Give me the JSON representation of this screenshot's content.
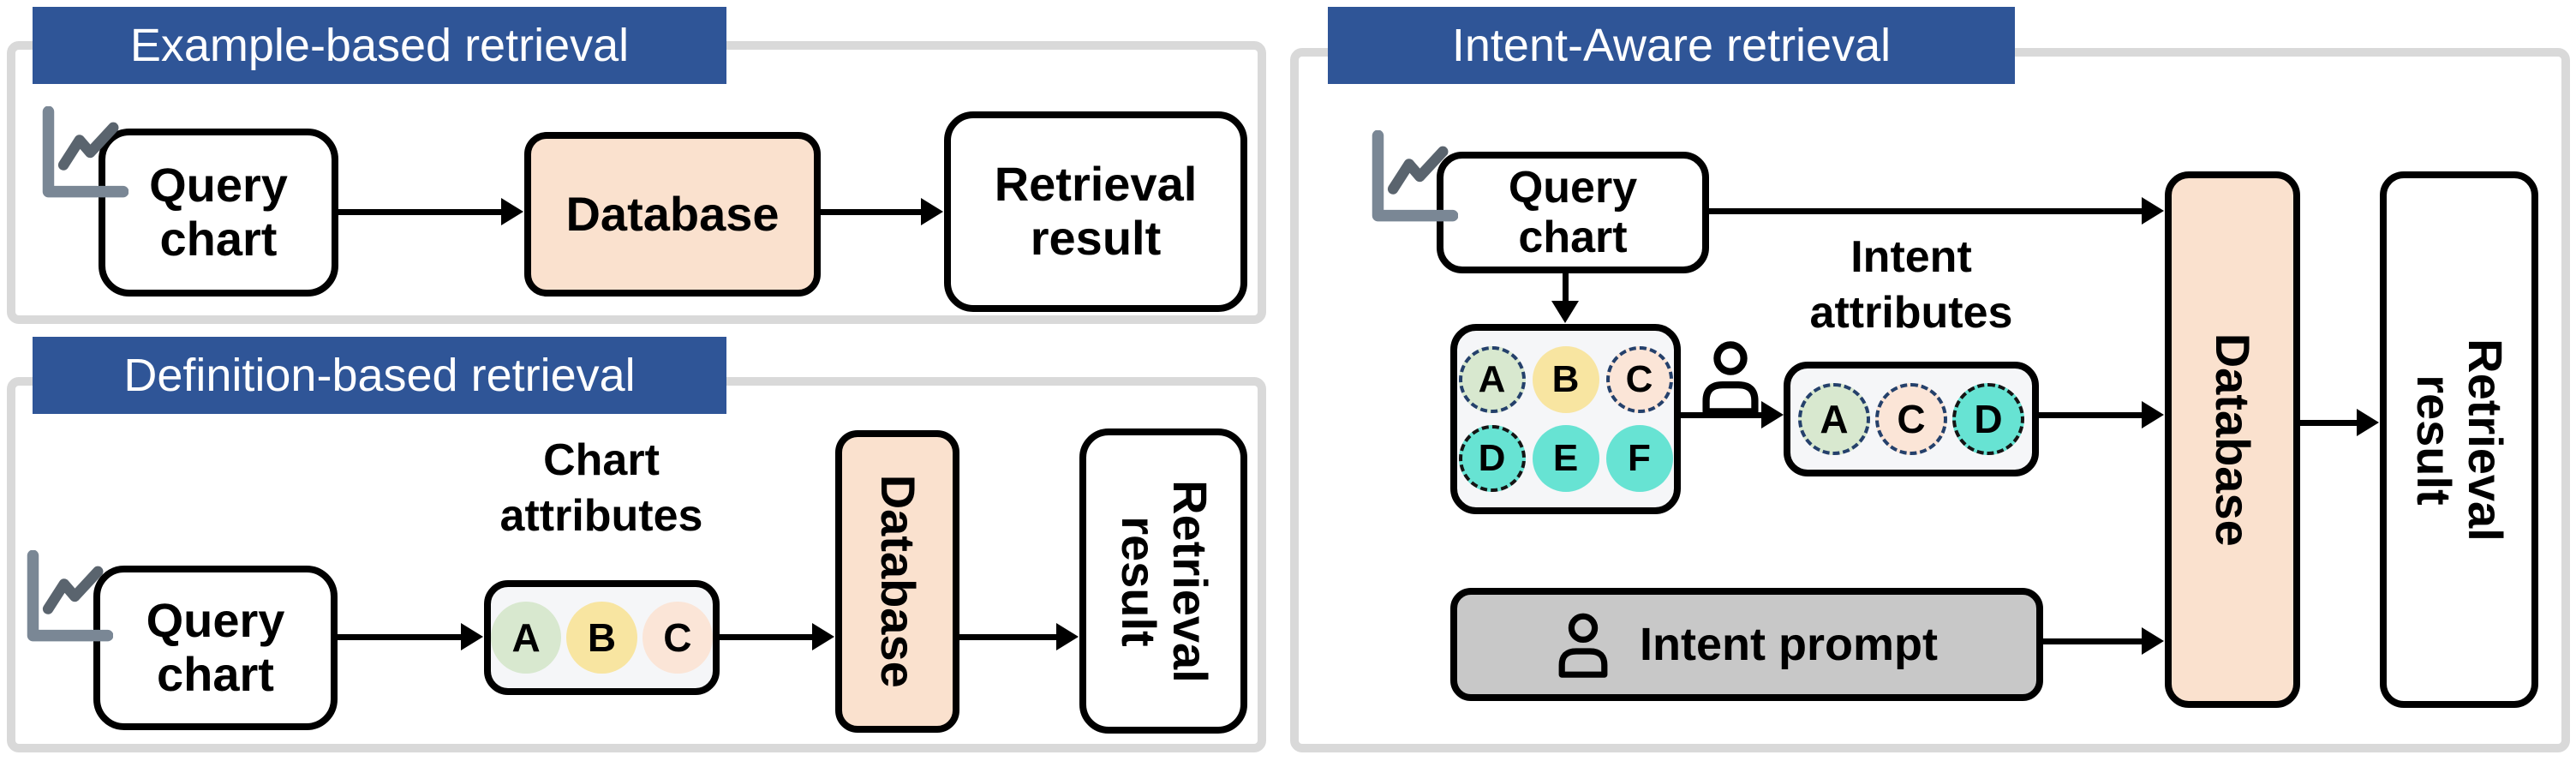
{
  "colors": {
    "banner": "#2F5597",
    "panel_border": "#D9D9D9",
    "peach": "#FAE1CE",
    "attr_box_fill": "#F5F6F8",
    "prompt_gray": "#C8C8C8",
    "green": "#D8E8CF",
    "yellow": "#F8E5A1",
    "pink": "#FBE5D7",
    "teal": "#67E3D3",
    "dash_navy": "#24406B",
    "dash_dark": "#141414",
    "icon_axis_gray": "#7A8795",
    "icon_line_gray": "#5A646E"
  },
  "icons": {
    "chart": "line-chart-icon",
    "person": "person-icon"
  },
  "panels": {
    "example": {
      "title": "Example-based retrieval",
      "query_chart": "Query\nchart",
      "database": "Database",
      "result": "Retrieval\nresult"
    },
    "definition": {
      "title": "Definition-based retrieval",
      "query_chart": "Query\nchart",
      "attributes_label": "Chart\nattributes",
      "attributes": [
        {
          "letter": "A",
          "color": "green",
          "dashed": "none"
        },
        {
          "letter": "B",
          "color": "yellow",
          "dashed": "none"
        },
        {
          "letter": "C",
          "color": "pink",
          "dashed": "none"
        }
      ],
      "database": "Database",
      "result": "Retrieval\nresult"
    },
    "intent": {
      "title": "Intent-Aware retrieval",
      "query_chart": "Query\nchart",
      "extracted_attributes": [
        {
          "letter": "A",
          "color": "green",
          "dashed": "navy"
        },
        {
          "letter": "B",
          "color": "yellow",
          "dashed": "none"
        },
        {
          "letter": "C",
          "color": "pink",
          "dashed": "navy"
        },
        {
          "letter": "D",
          "color": "teal",
          "dashed": "dark"
        },
        {
          "letter": "E",
          "color": "teal",
          "dashed": "none"
        },
        {
          "letter": "F",
          "color": "teal",
          "dashed": "none"
        }
      ],
      "attributes_label": "Intent\nattributes",
      "intent_attributes": [
        {
          "letter": "A",
          "color": "green",
          "dashed": "navy"
        },
        {
          "letter": "C",
          "color": "pink",
          "dashed": "navy"
        },
        {
          "letter": "D",
          "color": "teal",
          "dashed": "dark"
        }
      ],
      "prompt": "Intent prompt",
      "database": "Database",
      "result": "Retrieval result"
    }
  }
}
